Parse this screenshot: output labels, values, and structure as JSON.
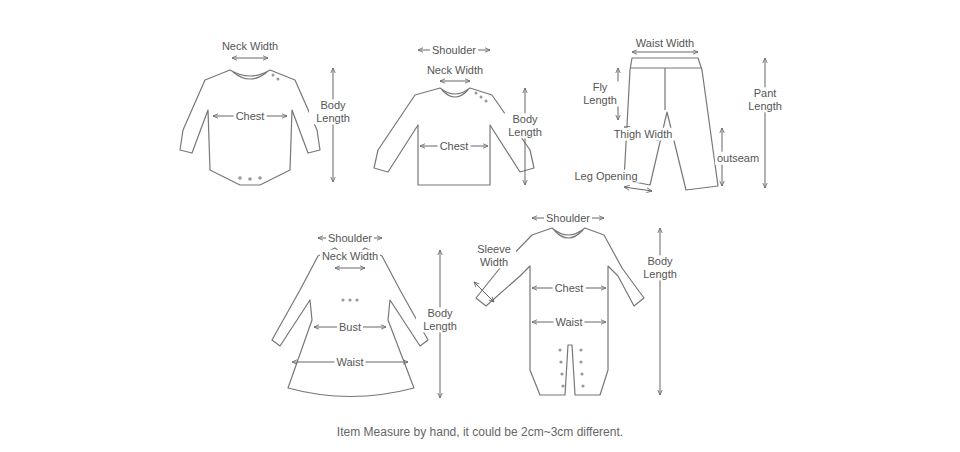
{
  "diagram": {
    "caption": "Item Measure by hand, it could be 2cm~3cm different.",
    "labels": [
      "Neck Width",
      "Body Length",
      "Chest",
      "Shoulder",
      "Neck Width",
      "Body Length",
      "Chest",
      "Waist Width",
      "Fly Length",
      "Pant Length",
      "Thigh Width",
      "outseam",
      "Leg Opening",
      "Shoulder",
      "Neck Width",
      "Body Length",
      "Bust",
      "Waist",
      "Shoulder",
      "Sleeve Width",
      "Body Length",
      "Chest",
      "Waist"
    ]
  }
}
